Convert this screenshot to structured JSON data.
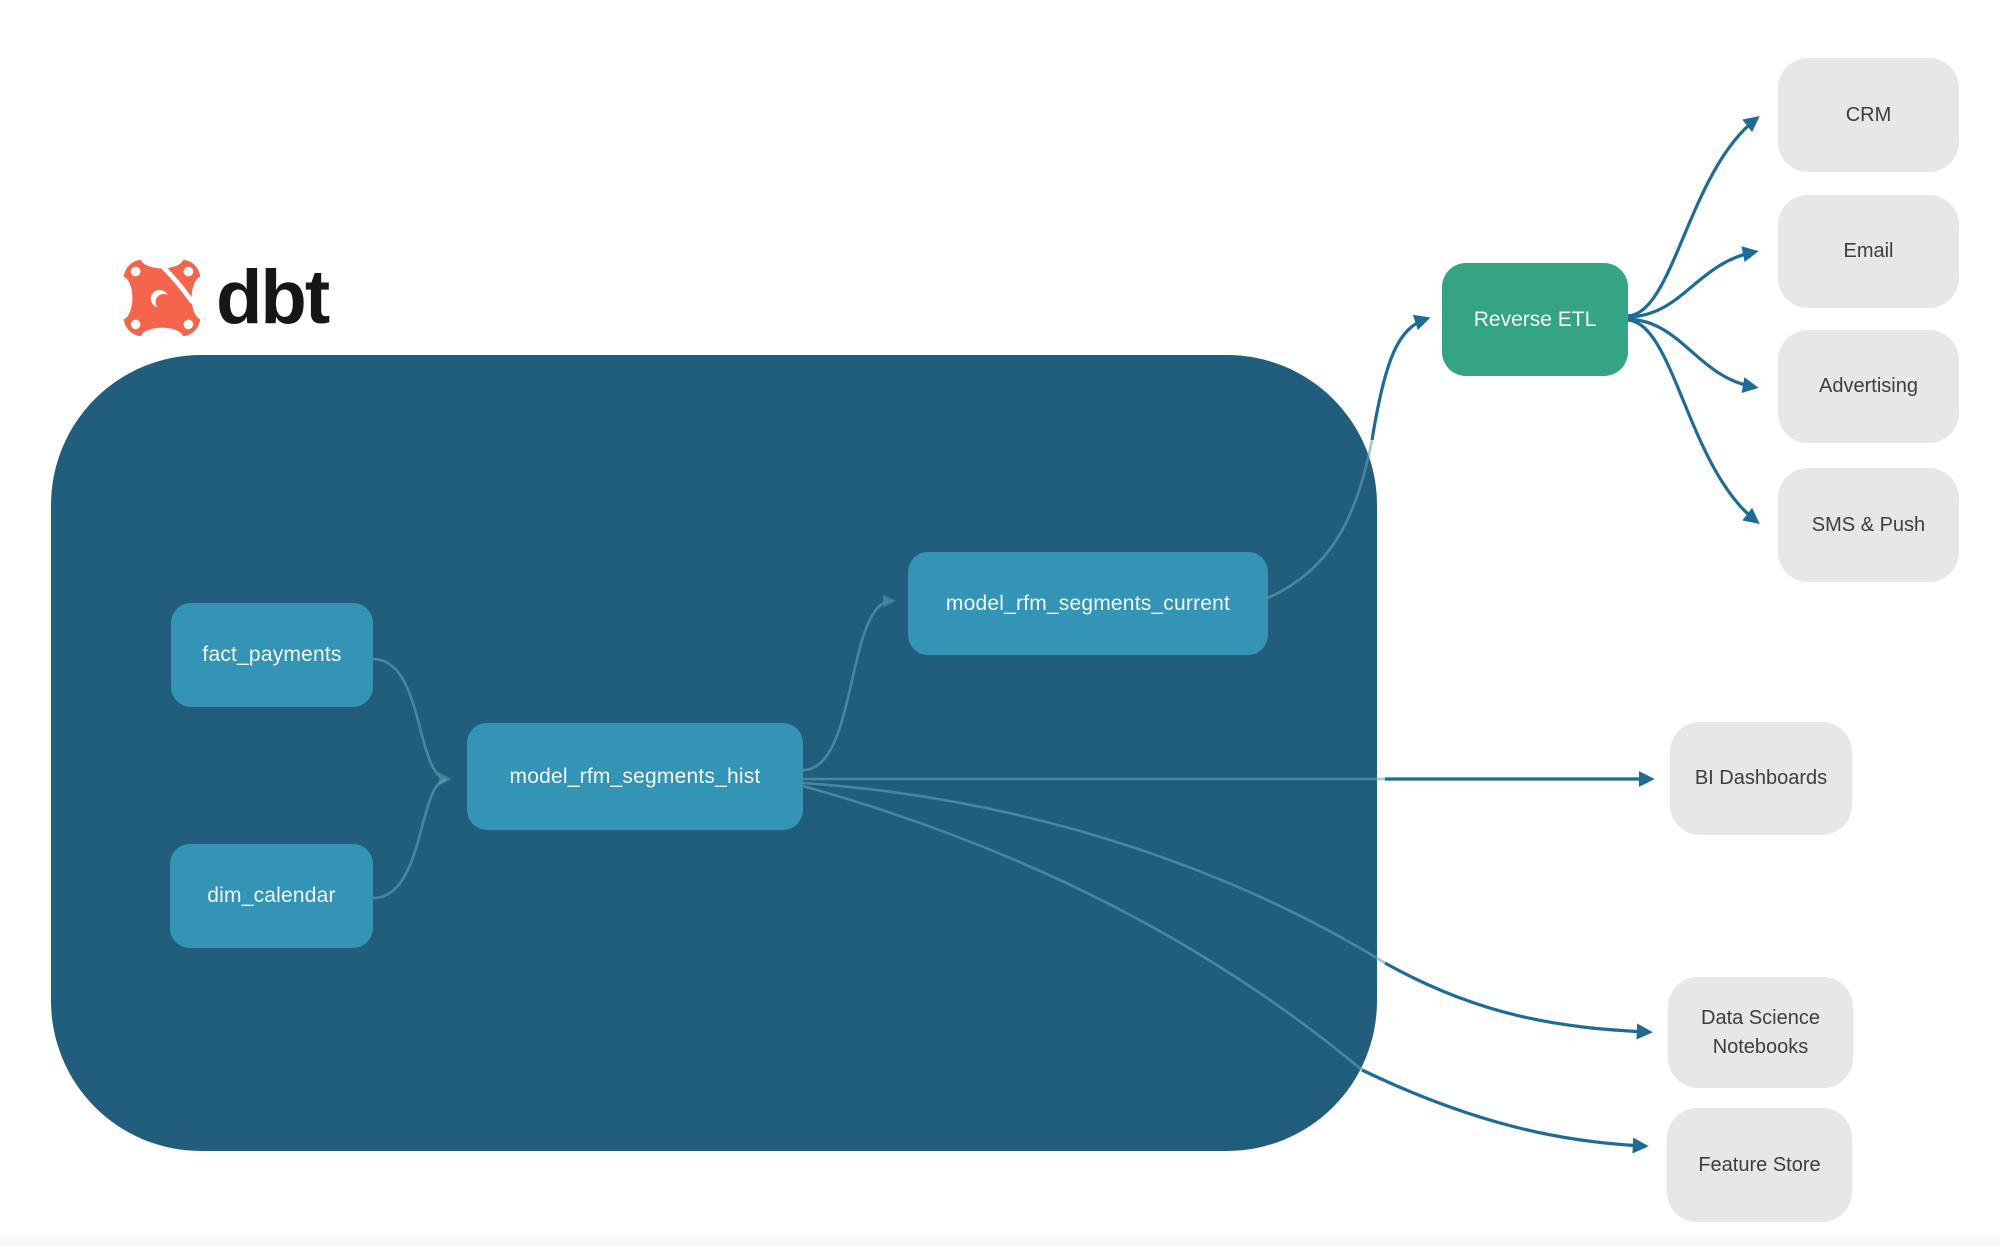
{
  "logo": {
    "brand": "dbt"
  },
  "pipeline": {
    "nodes": {
      "fact_payments": {
        "label": "fact_payments"
      },
      "dim_calendar": {
        "label": "dim_calendar"
      },
      "model_rfm_segments_hist": {
        "label": "model_rfm_segments_hist"
      },
      "model_rfm_segments_current": {
        "label": "model_rfm_segments_current"
      }
    }
  },
  "reverse_etl": {
    "label": "Reverse ETL"
  },
  "targets": {
    "crm": {
      "label": "CRM"
    },
    "email": {
      "label": "Email"
    },
    "advertising": {
      "label": "Advertising"
    },
    "sms_push": {
      "label": "SMS & Push"
    },
    "bi_dashboards": {
      "label": "BI Dashboards"
    },
    "data_science": {
      "label": "Data Science Notebooks"
    },
    "feature_store": {
      "label": "Feature Store"
    }
  },
  "edges": [
    {
      "from": "fact_payments",
      "to": "model_rfm_segments_hist"
    },
    {
      "from": "dim_calendar",
      "to": "model_rfm_segments_hist"
    },
    {
      "from": "model_rfm_segments_hist",
      "to": "model_rfm_segments_current"
    },
    {
      "from": "model_rfm_segments_hist",
      "to": "bi_dashboards"
    },
    {
      "from": "model_rfm_segments_hist",
      "to": "data_science"
    },
    {
      "from": "model_rfm_segments_hist",
      "to": "feature_store"
    },
    {
      "from": "model_rfm_segments_current",
      "to": "reverse_etl"
    },
    {
      "from": "reverse_etl",
      "to": "crm"
    },
    {
      "from": "reverse_etl",
      "to": "email"
    },
    {
      "from": "reverse_etl",
      "to": "advertising"
    },
    {
      "from": "reverse_etl",
      "to": "sms_push"
    }
  ],
  "colors": {
    "container": "#215e7e",
    "model_node": "#3494b5",
    "reverse_etl": "#34a484",
    "destination_bg": "#e7e7e7",
    "arrow_outside": "#1e6b94",
    "arrow_inside": "#6aa0b8",
    "logo_orange": "#f5654d",
    "text_dark": "#3d3d3d"
  }
}
